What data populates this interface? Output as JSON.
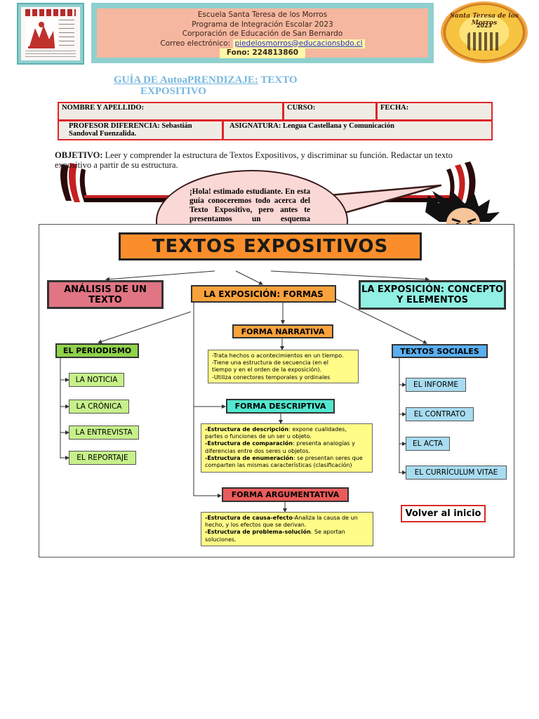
{
  "header": {
    "school_name": "Escuela Santa Teresa de los Morros",
    "program": "Programa de Integración Escolar 2023",
    "corporation": "Corporación de Educación de San Bernardo",
    "email_label": "Correo electrónico:",
    "email": "piedelosmorros@educacionsbdo.cl",
    "phone": "Fono: 224813860",
    "seal_text": "Santa Teresa de los Morros",
    "seal_year": "2023"
  },
  "title": {
    "part1": "GUÍA DE AutoaPRENDIZAJE:",
    "part2": "TEXTO",
    "part3": "EXPOSITIVO"
  },
  "info_table": {
    "name_label": "NOMBRE Y APELLIDO:",
    "course_label": "CURSO:",
    "date_label": "FECHA:",
    "teacher_label": "PROFESOR DIFERENCIA: Sebastián Sandoval Fuenzalida.",
    "subject_label": "ASIGNATURA: Lengua Castellana y Comunicación"
  },
  "objective": {
    "label": "OBJETIVO:",
    "text": "Leer y comprender la estructura de Textos Expositivos, y discriminar su función. Redactar un texto expositivo a partir de su estructura."
  },
  "bubble": {
    "text": "¡Hola! estimado estudiante. En esta guía conoceremos todo acerca del Texto Expositivo, pero antes te presentamos un esquema resumiendo los elementos de este tipo de texto."
  },
  "diagram": {
    "main_title": "TEXTOS EXPOSITIVOS",
    "analisis": "ANÁLISIS DE UN TEXTO",
    "formas": "LA EXPOSICIÓN: FORMAS",
    "concepto": "LA EXPOSICIÓN: CONCEPTO Y ELEMENTOS",
    "periodismo": "EL PERIODISMO",
    "periodismo_items": [
      "LA NOTICIA",
      "LA CRÓNICA",
      "LA ENTREVISTA",
      "EL REPORTAJE"
    ],
    "narrativa": "FORMA NARRATIVA",
    "narrativa_note": [
      "-Trata hechos o acontecimientos en un tiempo.",
      "-Tiene una estructura de secuencia (en el",
      "tiempo y en el orden de la exposición).",
      "-Utiliza  conectores temporales y ordinales"
    ],
    "descriptiva": "FORMA DESCRIPTIVA",
    "descriptiva_note": {
      "b1": "-Estructura de descripción",
      "t1": ": expone cualidades,",
      "l2": "partes o funciones de un ser u objeto.",
      "b3": "-Estructura de comparación",
      "t3": ": presenta analogías y",
      "l4": "diferencias entre dos seres u objetos.",
      "b5": "-Estructura de enumeración",
      "t5": ": se presentan seres que",
      "l6": "comparten las mismas características (clasificación)"
    },
    "argumentativa": "FORMA ARGUMENTATIVA",
    "argumentativa_note": {
      "b1": "-Estructura de causa-efecto",
      "t1": "-Analiza la causa de un",
      "l2": "hecho, y los efectos que se derivan.",
      "b3": "-Estructura de problema-solución",
      "t3": ". Se aportan",
      "l4": "soluciones."
    },
    "sociales": "TEXTOS SOCIALES",
    "sociales_items": [
      "EL INFORME",
      "EL CONTRATO",
      "EL ACTA",
      "EL CURRÍCULUM VITAE"
    ],
    "volver": "Volver al inicio"
  }
}
